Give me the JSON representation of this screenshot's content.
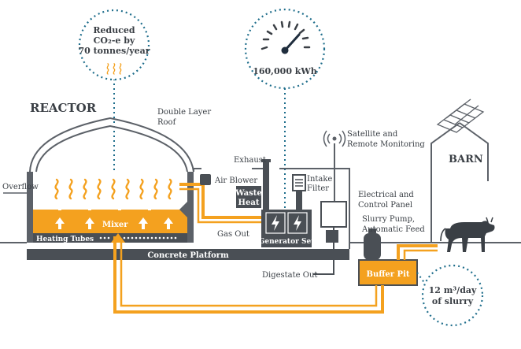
{
  "colors": {
    "orange": "#f4a11f",
    "dark": "#4a4f55",
    "mid": "#5c6168",
    "light_grey": "#e8e8e8",
    "blue_dot": "#1f6e8c"
  },
  "callouts": {
    "emissions": {
      "line1": "Reduced",
      "line2": "CO₂-e by",
      "line3": "70 tonnes/year"
    },
    "energy": {
      "value": "160,000 kWh"
    },
    "slurry": {
      "line1": "12 m³/day",
      "line2": "of slurry"
    }
  },
  "labels": {
    "reactor": "REACTOR",
    "roof_line1": "Double Layer",
    "roof_line2": "Roof",
    "overflow": "Overflow",
    "air_blower": "Air Blower",
    "exhaust": "Exhaust",
    "waste_heat_line1": "Waste",
    "waste_heat_line2": "Heat",
    "intake_line1": "Intake",
    "intake_line2": "Filter",
    "satellite_line1": "Satellite and",
    "satellite_line2": "Remote Monitoring",
    "electrical_line1": "Electrical and",
    "electrical_line2": "Control Panel",
    "pump_line1": "Slurry Pump,",
    "pump_line2": "Automatic Feed",
    "barn": "BARN",
    "mixer": "Mixer",
    "heating_tubes": "Heating Tubes",
    "gas_out": "Gas Out",
    "generator": "Generator Set",
    "concrete": "Concrete Platform",
    "digestate": "Digestate Out",
    "buffer_pit": "Buffer Pit"
  },
  "icons": [
    "flame-icon",
    "up-arrow-icon",
    "lightning-icon",
    "gauge-icon",
    "cow-icon",
    "satellite-antenna-icon",
    "solar-panel-icon",
    "heat-wave-icon"
  ]
}
